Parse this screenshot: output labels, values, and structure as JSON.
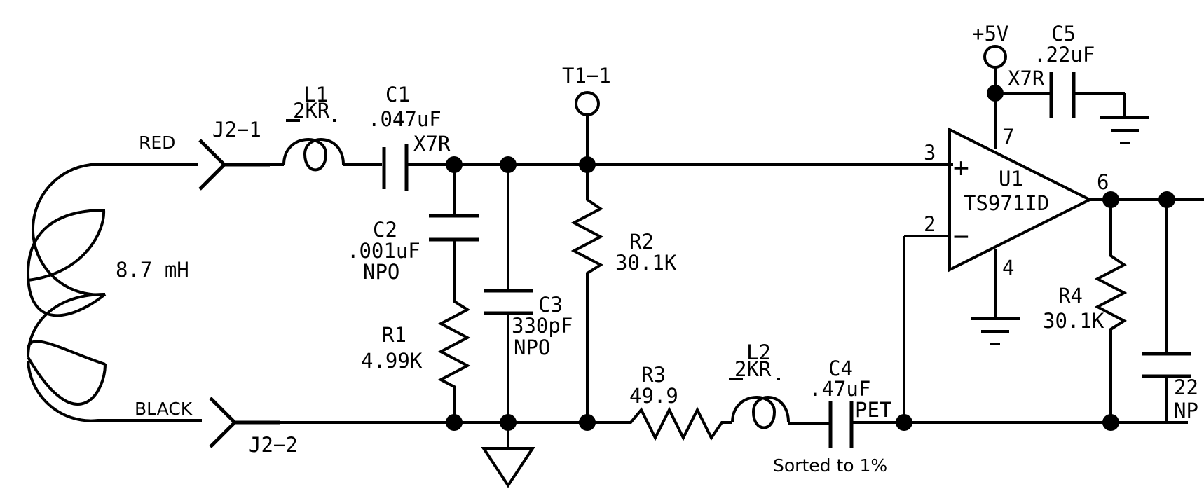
{
  "wires": {
    "red": "RED",
    "black": "BLACK"
  },
  "coil": {
    "inductance": "8.7 mH"
  },
  "connectors": {
    "j2_1": "J2−1",
    "j2_2": "J2−2"
  },
  "components": {
    "L1": {
      "ref": "L1",
      "value": "2KR"
    },
    "L2": {
      "ref": "L2",
      "value": "2KR"
    },
    "C1": {
      "ref": "C1",
      "value": ".047uF",
      "dielectric": "X7R"
    },
    "C2": {
      "ref": "C2",
      "value": ".001uF",
      "dielectric": "NPO"
    },
    "C3": {
      "ref": "C3",
      "value": "330pF",
      "dielectric": "NPO"
    },
    "C4": {
      "ref": "C4",
      "value": ".47uF",
      "dielectric": "PET",
      "note": "Sorted to 1%"
    },
    "C5": {
      "ref": "C5",
      "value": ".22uF",
      "dielectric": "X7R"
    },
    "R1": {
      "ref": "R1",
      "value": "4.99K"
    },
    "R2": {
      "ref": "R2",
      "value": "30.1K"
    },
    "R3": {
      "ref": "R3",
      "value": "49.9"
    },
    "R4": {
      "ref": "R4",
      "value": "30.1K"
    },
    "C_right": {
      "value": "22",
      "dielectric": "NP"
    },
    "U1": {
      "ref": "U1",
      "part": "TS971ID"
    }
  },
  "test_point": "T1−1",
  "supply": "+5V",
  "pins": {
    "p3": "3",
    "p2": "2",
    "p7": "7",
    "p4": "4",
    "p6": "6",
    "plus": "+",
    "minus": "−"
  }
}
